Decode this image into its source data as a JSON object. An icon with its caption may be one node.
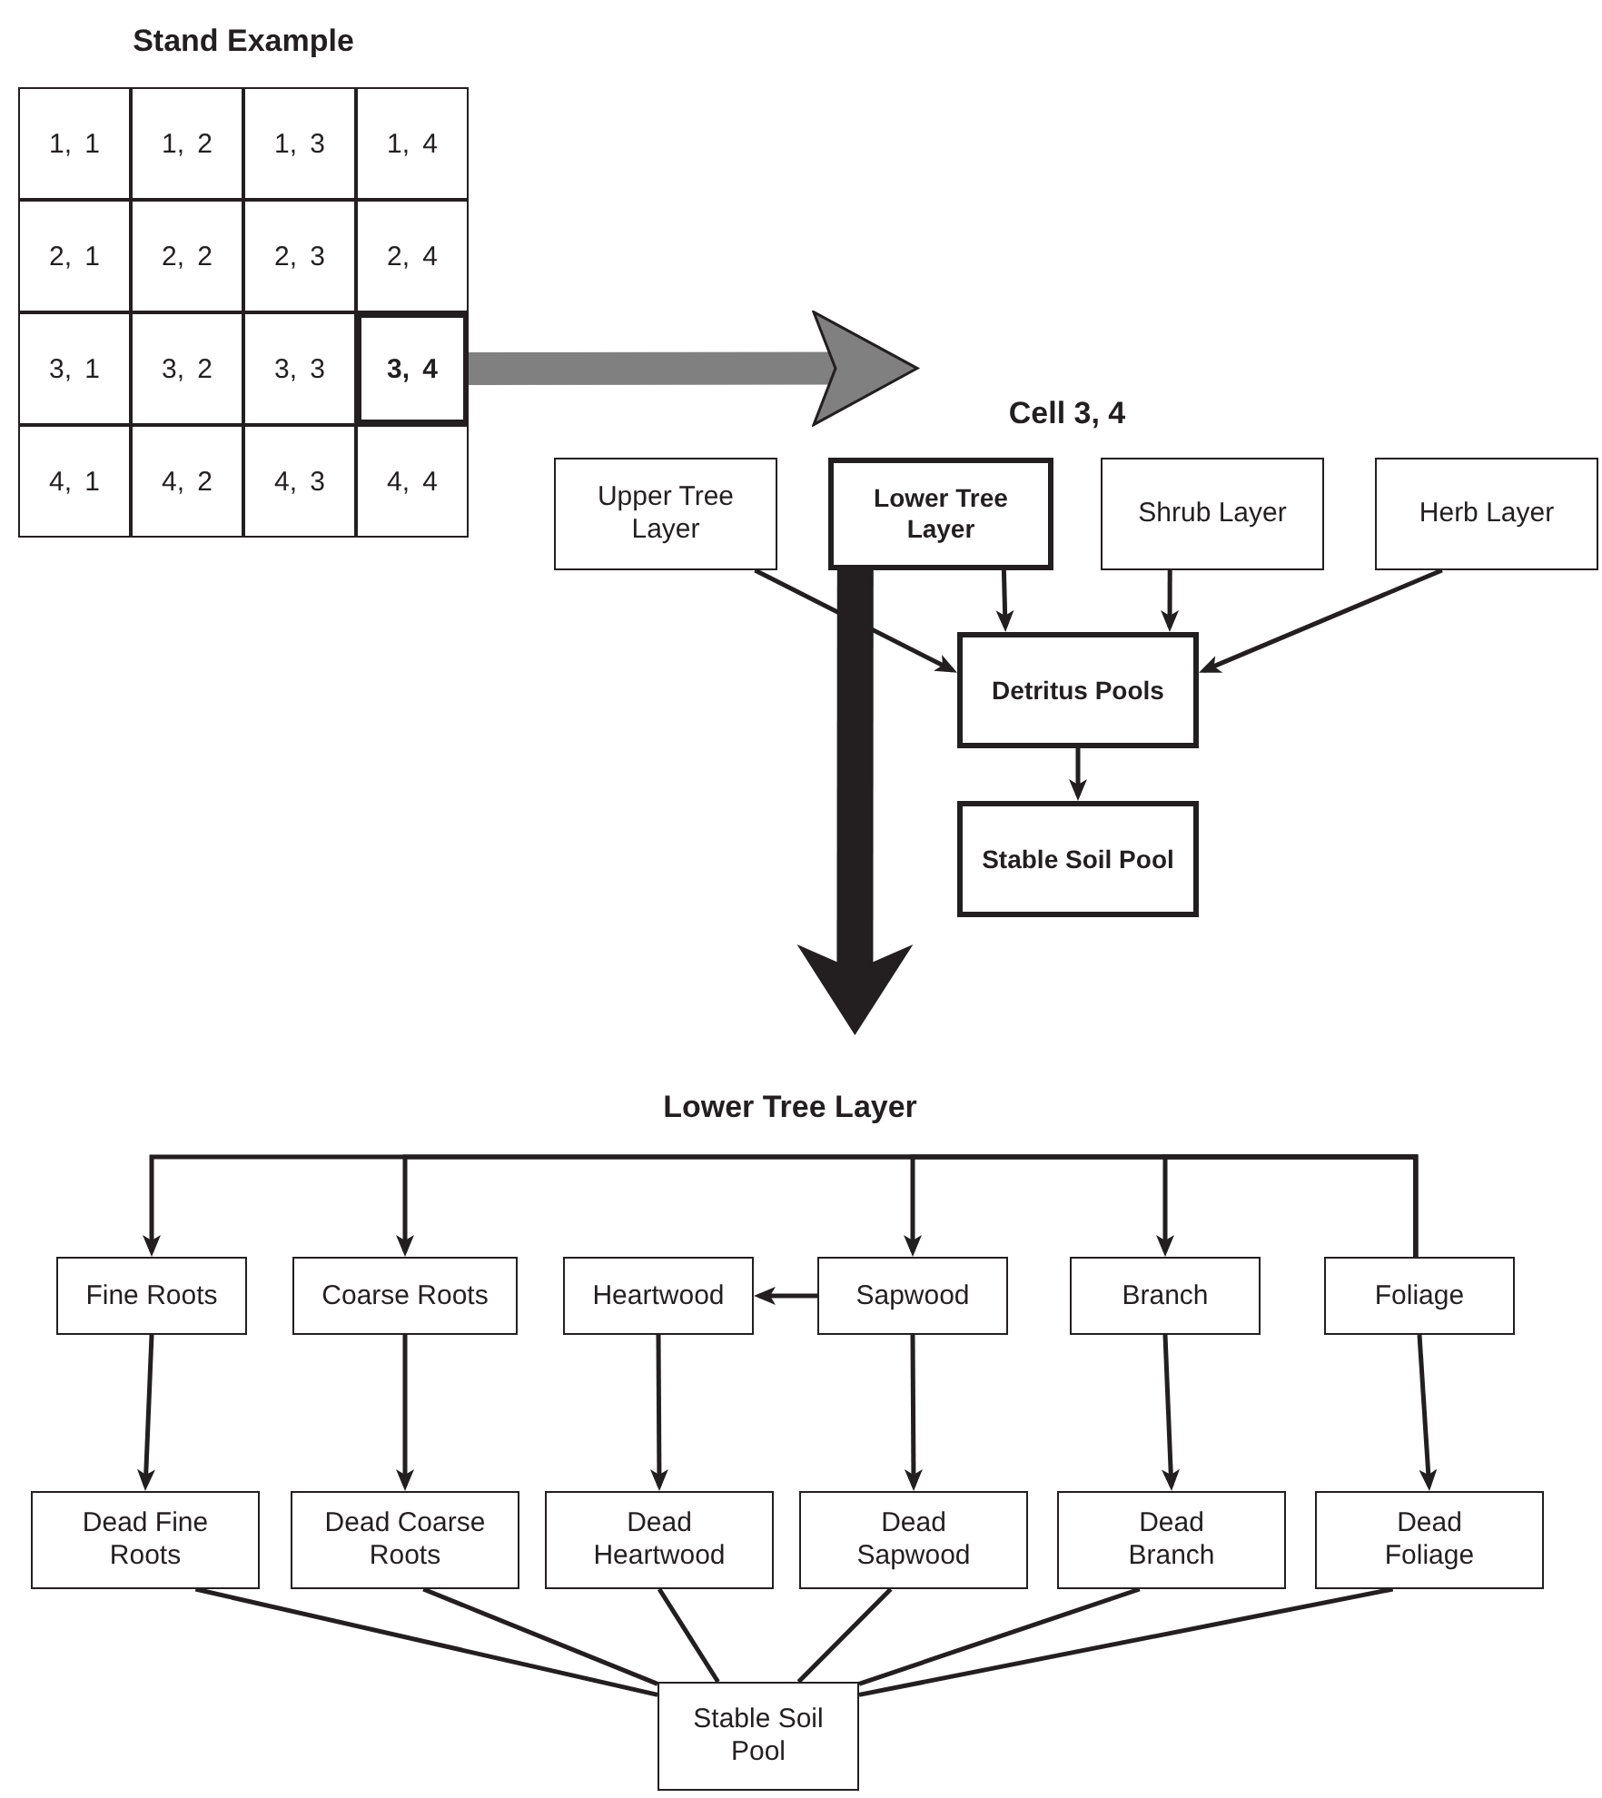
{
  "diagram": {
    "nodes": [
      {
        "text": [
          "Stand Example"
        ]
      },
      {
        "text": [
          "1, 1"
        ],
        "in": 0
      },
      {
        "text": [
          "1, 2"
        ],
        "in": 0
      },
      {
        "text": [
          "1, 3"
        ],
        "in": 0
      },
      {
        "text": [
          "1, 4"
        ],
        "in": 0
      },
      {
        "text": [
          "2, 1"
        ],
        "in": 0
      },
      {
        "text": [
          "2, 2"
        ],
        "in": 0
      },
      {
        "text": [
          "2, 3"
        ],
        "in": 0
      },
      {
        "text": [
          "2, 4"
        ],
        "in": 0
      },
      {
        "text": [
          "3, 1"
        ],
        "in": 0
      },
      {
        "text": [
          "3, 2"
        ],
        "in": 0
      },
      {
        "text": [
          "3, 3"
        ],
        "in": 0
      },
      {
        "text": [
          "3, 4"
        ],
        "in": 0
      },
      {
        "text": [
          "4, 1"
        ],
        "in": 0
      },
      {
        "text": [
          "4, 2"
        ],
        "in": 0
      },
      {
        "text": [
          "4, 3"
        ],
        "in": 0
      },
      {
        "text": [
          "4, 4"
        ],
        "in": 0
      },
      {
        "text": [
          "Cell 3, 4"
        ]
      },
      {
        "text": [
          "Upper Tree Layer"
        ]
      },
      {
        "text": [
          "Lower Tree Layer"
        ]
      },
      {
        "text": [
          "Shrub Layer"
        ]
      },
      {
        "text": [
          "Herb Layer"
        ]
      },
      {
        "text": [
          "Detritus Pools"
        ]
      },
      {
        "text": [
          "Stable Soil Pool"
        ]
      },
      {
        "text": [
          "Lower Tree Layer"
        ]
      },
      {
        "text": [
          "Fine Roots"
        ]
      },
      {
        "text": [
          "Coarse Roots"
        ]
      },
      {
        "text": [
          "Heartwood"
        ]
      },
      {
        "text": [
          "Sapwood"
        ]
      },
      {
        "text": [
          "Branch"
        ]
      },
      {
        "text": [
          "Foliage"
        ]
      },
      {
        "text": [
          "Dead Fine Roots"
        ]
      },
      {
        "text": [
          "Dead Coarse Roots"
        ]
      },
      {
        "text": [
          "Dead Heartwood"
        ]
      },
      {
        "text": [
          "Dead Sapwood"
        ]
      },
      {
        "text": [
          "Dead Branch"
        ]
      },
      {
        "text": [
          "Dead Foliage"
        ]
      },
      {
        "text": [
          "Stable Soil Pool"
        ]
      }
    ],
    "edges": [
      {
        "from": 12,
        "to": 17,
        "arrow": "to",
        "style": "thick",
        "color": "#808080"
      },
      {
        "from": 18,
        "to": 22,
        "arrow": "to"
      },
      {
        "from": 19,
        "to": 22,
        "arrow": "to"
      },
      {
        "from": 20,
        "to": 22,
        "arrow": "to"
      },
      {
        "from": 21,
        "to": 22,
        "arrow": "to"
      },
      {
        "from": 22,
        "to": 23,
        "arrow": "to"
      },
      {
        "from": 19,
        "to": 24,
        "arrow": "to",
        "style": "thick"
      },
      {
        "from": 30,
        "to": 25,
        "arrow": "to"
      },
      {
        "from": 30,
        "to": 26,
        "arrow": "to"
      },
      {
        "from": 30,
        "to": 28,
        "arrow": "to"
      },
      {
        "from": 30,
        "to": 29,
        "arrow": "to"
      },
      {
        "from": 28,
        "to": 27,
        "arrow": "to"
      },
      {
        "from": 25,
        "to": 31,
        "arrow": "to"
      },
      {
        "from": 26,
        "to": 32,
        "arrow": "to"
      },
      {
        "from": 27,
        "to": 33,
        "arrow": "to"
      },
      {
        "from": 28,
        "to": 34,
        "arrow": "to"
      },
      {
        "from": 29,
        "to": 35,
        "arrow": "to"
      },
      {
        "from": 30,
        "to": 36,
        "arrow": "to"
      },
      {
        "from": 31,
        "to": 37,
        "arrow": "none"
      },
      {
        "from": 32,
        "to": 37,
        "arrow": "none"
      },
      {
        "from": 33,
        "to": 37,
        "arrow": "none"
      },
      {
        "from": 34,
        "to": 37,
        "arrow": "none"
      },
      {
        "from": 35,
        "to": 37,
        "arrow": "none"
      },
      {
        "from": 36,
        "to": 37,
        "arrow": "none"
      }
    ]
  }
}
